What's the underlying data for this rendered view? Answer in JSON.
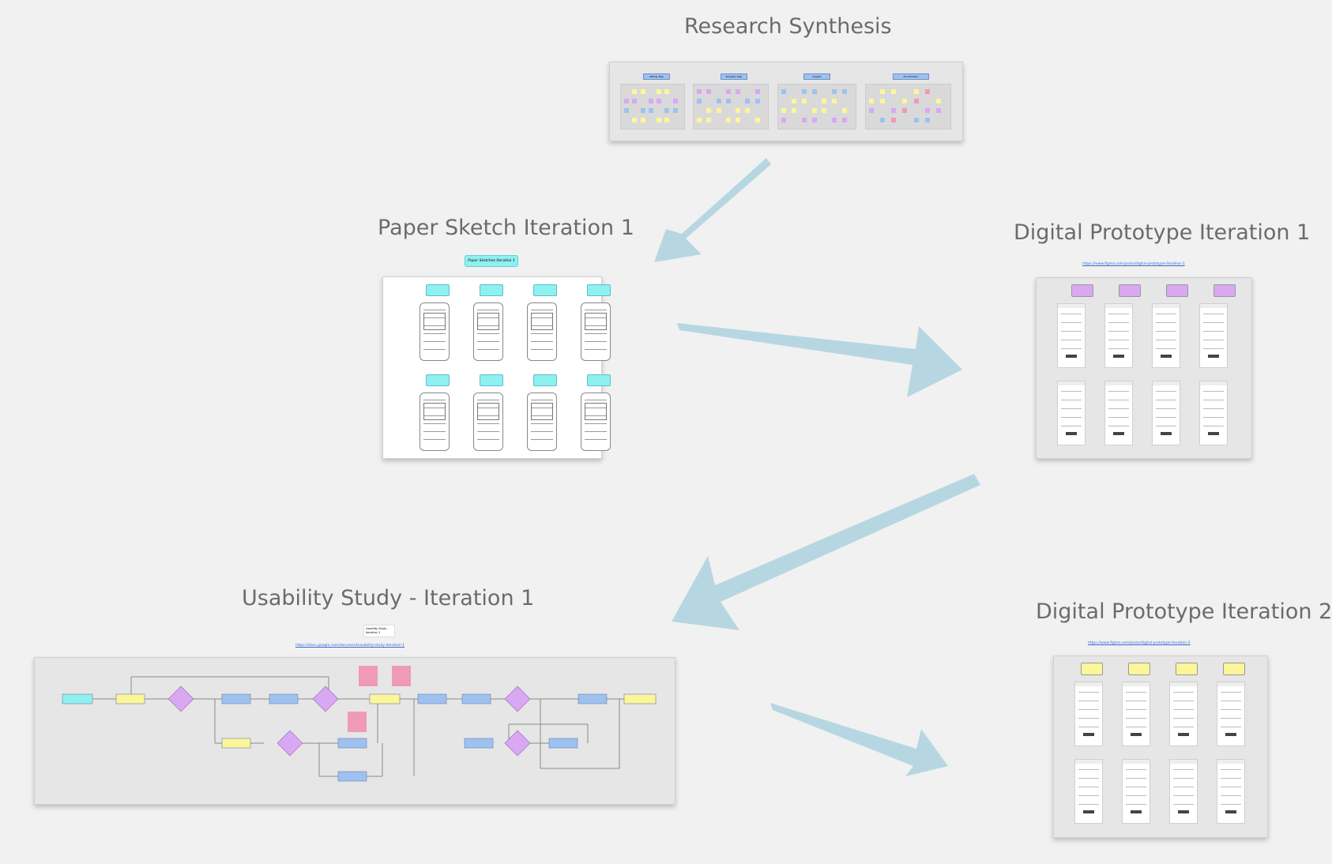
{
  "canvas": {
    "background": "#f1f1f1",
    "arrow_color": "#b6d7e2"
  },
  "sections": {
    "research_synthesis": {
      "title": "Research Synthesis",
      "boards": [
        "Affinity Map",
        "Empathy Map",
        "Insights",
        "Prioritization"
      ]
    },
    "paper_sketch": {
      "title": "Paper Sketch Iteration 1",
      "badge": "Paper Sketches Iteration 1",
      "screens": 8
    },
    "digital_prototype_1": {
      "title": "Digital Prototype Iteration 1",
      "link": "https://www.figma.com/proto/digital-prototype-iteration-1",
      "screens": 8
    },
    "usability_study": {
      "title": "Usability Study - Iteration 1",
      "card": "Usability Study - Iteration 1",
      "link": "https://docs.google.com/document/usability-study-iteration-1"
    },
    "digital_prototype_2": {
      "title": "Digital Prototype Iteration 2",
      "link": "https://www.figma.com/proto/digital-prototype-iteration-2",
      "screens": 8
    }
  },
  "colors": {
    "sticky_yellow": "#fdf59a",
    "sticky_pink": "#ef9ab8",
    "sticky_purple": "#d8a9f2",
    "sticky_blue": "#9ec2f0",
    "sticky_cyan": "#8ff0f0"
  }
}
